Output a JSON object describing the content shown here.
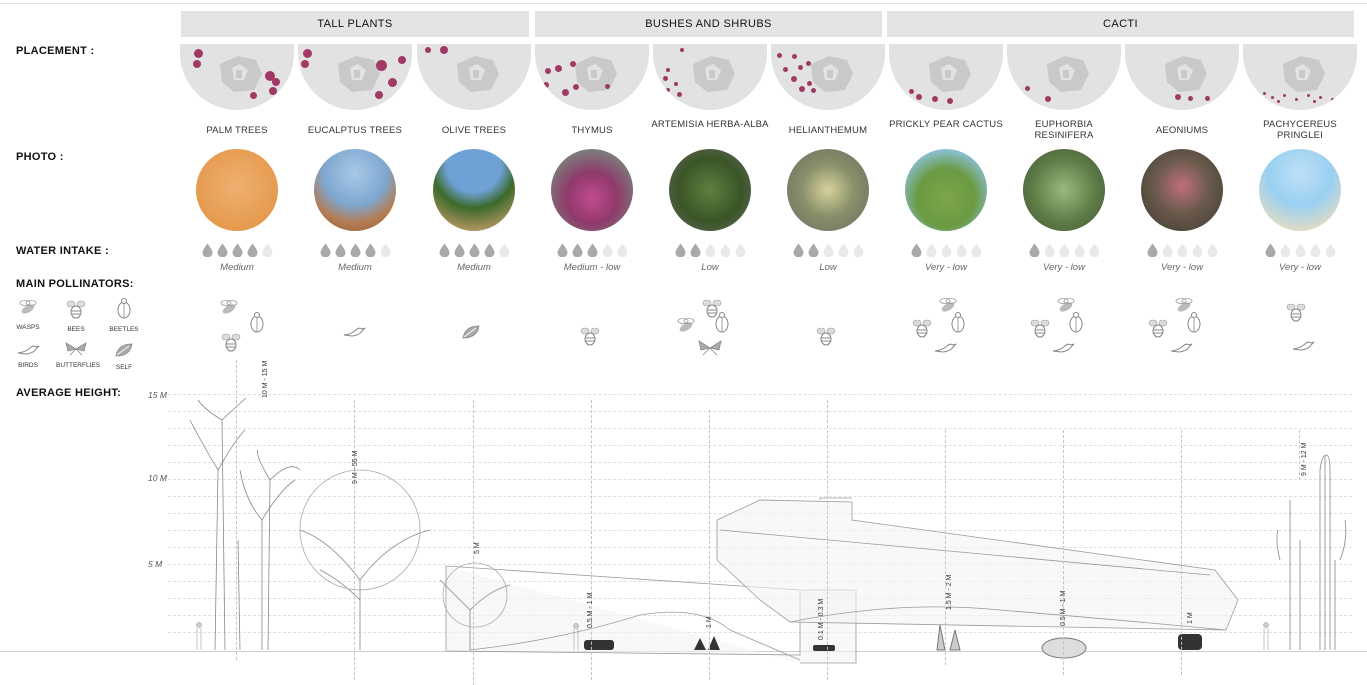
{
  "row_labels": {
    "placement": "PLACEMENT :",
    "photo": "PHOTO :",
    "water": "WATER INTAKE :",
    "pollinators": "MAIN POLLINATORS:",
    "height": "AVERAGE HEIGHT:"
  },
  "groups": [
    {
      "label": "TALL PLANTS"
    },
    {
      "label": "BUSHES AND SHRUBS"
    },
    {
      "label": "CACTI"
    }
  ],
  "legend": [
    {
      "label": "WASPS",
      "icon": "wasp-icon"
    },
    {
      "label": "BEES",
      "icon": "bee-icon"
    },
    {
      "label": "BEETLES",
      "icon": "beetle-icon"
    },
    {
      "label": "BIRDS",
      "icon": "bird-icon"
    },
    {
      "label": "BUTTERFLIES",
      "icon": "butterfly-icon"
    },
    {
      "label": "SELF",
      "icon": "leaf-icon"
    }
  ],
  "height_axis": {
    "ticks": [
      "15 M",
      "10 M",
      "5 M"
    ]
  },
  "colors": {
    "placement_dot": "#a03a65",
    "panel": "#e4e4e4",
    "drop_filled": "#a9a9a9",
    "drop_empty": "#e9e9e9"
  },
  "plants": [
    {
      "name": "PALM TREES",
      "water_level": 4,
      "water_label": "Medium",
      "pollinators": [
        "wasp",
        "beetle",
        "bee"
      ],
      "height": "10 M - 15 M",
      "photo_icon": "palm-photo"
    },
    {
      "name": "EUCALPTUS TREES",
      "water_level": 4,
      "water_label": "Medium",
      "pollinators": [
        "bird"
      ],
      "height": "9 M - 55 M",
      "photo_icon": "eucalyptus-photo"
    },
    {
      "name": "OLIVE TREES",
      "water_level": 4,
      "water_label": "Medium",
      "pollinators": [
        "self"
      ],
      "height": "5 M",
      "photo_icon": "olive-photo"
    },
    {
      "name": "THYMUS",
      "water_level": 3,
      "water_label": "Medium - low",
      "pollinators": [
        "bee"
      ],
      "height": "0.5 M - 1 M",
      "photo_icon": "thymus-photo"
    },
    {
      "name": "ARTEMISIA HERBA-ALBA",
      "water_level": 2,
      "water_label": "Low",
      "pollinators": [
        "bee",
        "wasp",
        "beetle",
        "butterfly"
      ],
      "height": "1 M",
      "photo_icon": "artemisia-photo"
    },
    {
      "name": "HELIANTHEMUM",
      "water_level": 2,
      "water_label": "Low",
      "pollinators": [
        "bee"
      ],
      "height": "0.1 M - 0.3 M",
      "photo_icon": "helianthemum-photo"
    },
    {
      "name": "PRICKLY PEAR CACTUS",
      "water_level": 1,
      "water_label": "Very - low",
      "pollinators": [
        "wasp",
        "bee",
        "beetle",
        "bird"
      ],
      "height": "1.5 M - 2 M",
      "photo_icon": "prickly-pear-photo"
    },
    {
      "name": "EUPHORBIA RESINIFERA",
      "water_level": 1,
      "water_label": "Very - low",
      "pollinators": [
        "wasp",
        "bee",
        "beetle",
        "bird"
      ],
      "height": "0.5 M - 1 M",
      "photo_icon": "euphorbia-photo"
    },
    {
      "name": "AEONIUMS",
      "water_level": 1,
      "water_label": "Very - low",
      "pollinators": [
        "wasp",
        "bee",
        "beetle",
        "bird"
      ],
      "height": "1 M",
      "photo_icon": "aeonium-photo"
    },
    {
      "name": "PACHYCEREUS PRINGLEI",
      "water_level": 1,
      "water_label": "Very - low",
      "pollinators": [
        "bee",
        "bird"
      ],
      "height": "9 M - 12 M",
      "photo_icon": "cardon-photo"
    }
  ]
}
